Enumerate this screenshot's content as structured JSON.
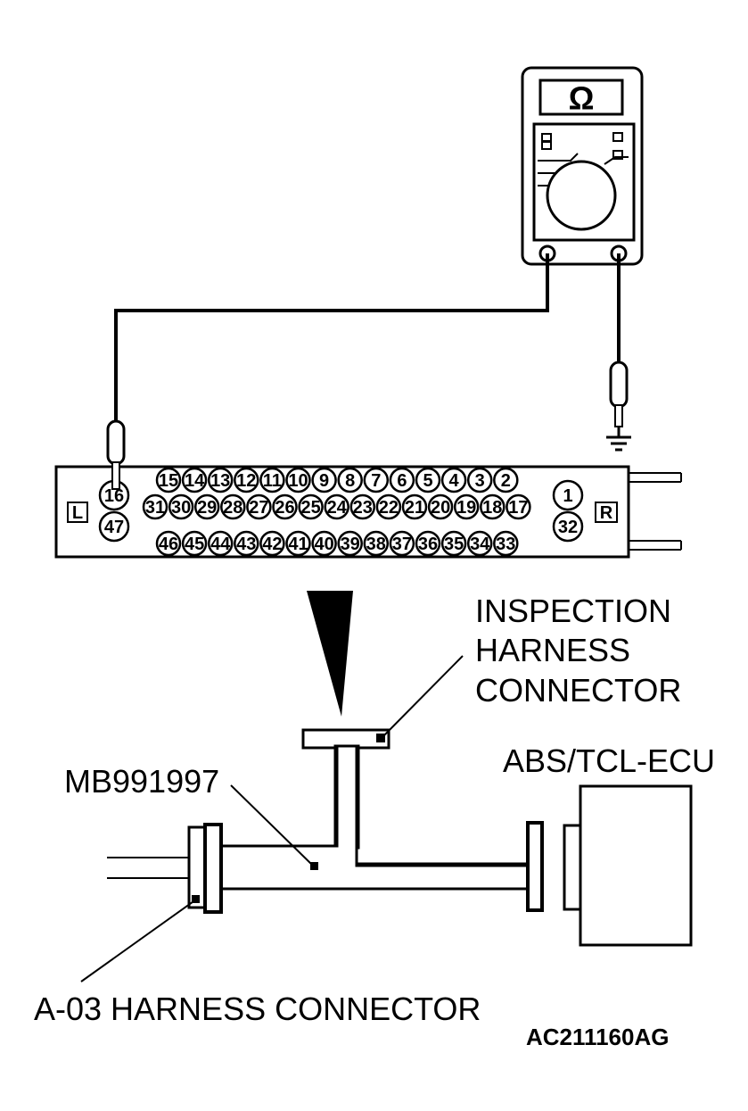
{
  "multimeter": {
    "unit_symbol": "Ω"
  },
  "connector": {
    "left_mark": "L",
    "right_mark": "R",
    "row_top": [
      "15",
      "14",
      "13",
      "12",
      "11",
      "10",
      "9",
      "8",
      "7",
      "6",
      "5",
      "4",
      "3",
      "2"
    ],
    "row_mid": [
      "31",
      "30",
      "29",
      "28",
      "27",
      "26",
      "25",
      "24",
      "23",
      "22",
      "21",
      "20",
      "19",
      "18",
      "17"
    ],
    "row_bot": [
      "46",
      "45",
      "44",
      "43",
      "42",
      "41",
      "40",
      "39",
      "38",
      "37",
      "36",
      "35",
      "34",
      "33"
    ],
    "left_pins": [
      "16",
      "47"
    ],
    "right_pins": [
      "1",
      "32"
    ],
    "probed_pin": "16"
  },
  "labels": {
    "inspection_line1": "INSPECTION",
    "inspection_line2": "HARNESS",
    "inspection_line3": "CONNECTOR",
    "ecu": "ABS/TCL-ECU",
    "tool": "MB991997",
    "harness": "A-03 HARNESS CONNECTOR",
    "figure_code": "AC211160AG"
  }
}
